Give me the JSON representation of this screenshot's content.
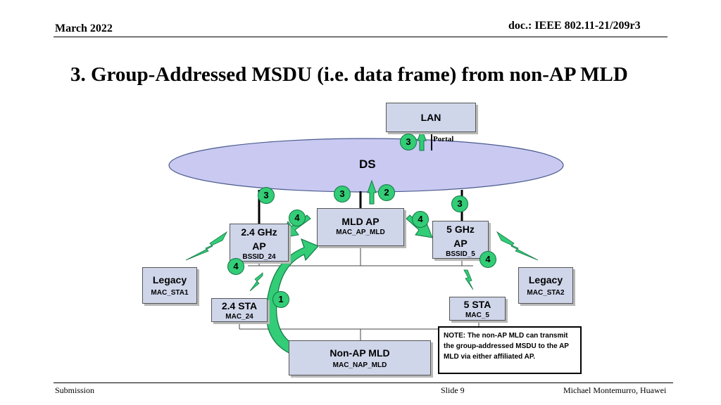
{
  "header": {
    "date": "March 2022",
    "doc": "doc.: IEEE 802.11-21/209r3"
  },
  "title": "3. Group-Addressed MSDU (i.e. data frame) from non-AP MLD",
  "diagram": {
    "lan": "LAN",
    "portal": "Portal",
    "ds": "DS",
    "mld_ap": {
      "name": "MLD AP",
      "mac": "MAC_AP_MLD"
    },
    "ap_24": {
      "name1": "2.4 GHz",
      "name2": "AP",
      "bssid": "BSSID_24"
    },
    "ap_5": {
      "name1": "5 GHz",
      "name2": "AP",
      "bssid": "BSSID_5"
    },
    "legacy1": {
      "name": "Legacy",
      "mac": "MAC_STA1"
    },
    "legacy2": {
      "name": "Legacy",
      "mac": "MAC_STA2"
    },
    "sta_24": {
      "name": "2.4 STA",
      "mac": "MAC_24"
    },
    "sta_5": {
      "name": "5 STA",
      "mac": "MAC_5"
    },
    "non_ap_mld": {
      "name": "Non-AP MLD",
      "mac": "MAC_NAP_MLD"
    },
    "note": "NOTE: The non-AP MLD can transmit the group-addressed MSDU to the AP MLD via either affiliated AP.",
    "steps": {
      "s1": "1",
      "s2": "2",
      "s3": "3",
      "s4": "4"
    }
  },
  "footer": {
    "left": "Submission",
    "center": "Slide 9",
    "right": "Michael Montemurro, Huawei"
  },
  "colors": {
    "box": "#cfd6ea",
    "ds": "#c9c9f2",
    "step_green": "#33cc77"
  }
}
